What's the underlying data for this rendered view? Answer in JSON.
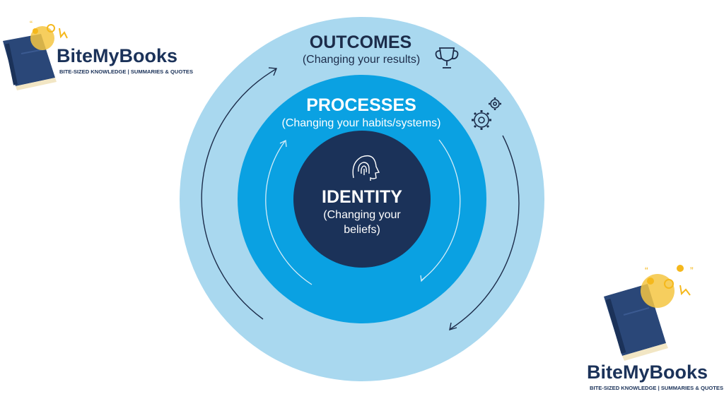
{
  "diagram": {
    "outer_ring": {
      "title": "OUTCOMES",
      "subtitle": "(Changing your results)",
      "color": "#a9d8ef",
      "text_color": "#1c2c4a"
    },
    "middle_ring": {
      "title": "PROCESSES",
      "subtitle": "(Changing your habits/systems)",
      "color": "#0aa1e2",
      "text_color": "#ffffff"
    },
    "core": {
      "title": "IDENTITY",
      "subtitle_line1": "(Changing your",
      "subtitle_line2": "beliefs)",
      "color": "#1b3259",
      "text_color": "#ffffff"
    },
    "icons": [
      "trophy-icon",
      "gears-icon",
      "head-fingerprint-icon"
    ],
    "arrows": [
      "outer-arrow-left-up",
      "outer-arrow-right-down",
      "inner-arrow-left-up",
      "inner-arrow-right-down"
    ]
  },
  "branding": {
    "name": "BiteMyBooks",
    "tagline": "BITE-SIZED KNOWLEDGE | SUMMARIES & QUOTES",
    "name_color": "#1b3259",
    "accent_color": "#f5b81c",
    "book_color": "#2a4778"
  }
}
